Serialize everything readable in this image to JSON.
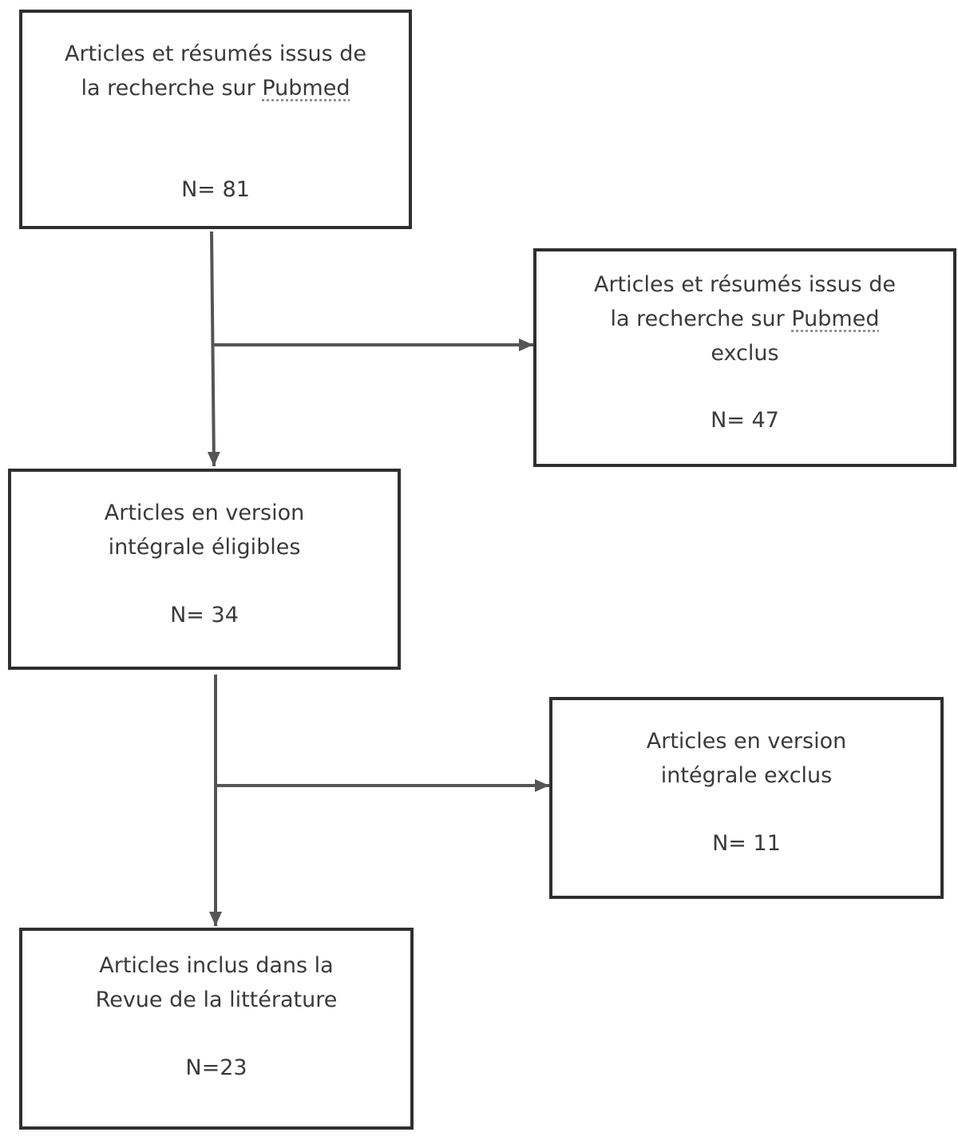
{
  "boxes": {
    "search": {
      "line1": "Articles et résumés issus de",
      "line2_prefix": "la recherche sur ",
      "line2_link": "Pubmed",
      "count": "N= 81"
    },
    "excluded_abstracts": {
      "line1": "Articles et résumés issus de",
      "line2_prefix": "la recherche sur ",
      "line2_link": "Pubmed",
      "line3": "exclus",
      "count": "N= 47"
    },
    "eligible": {
      "line1": "Articles en version",
      "line2": "intégrale éligibles",
      "count": "N= 34"
    },
    "excluded_fulltext": {
      "line1": "Articles en version",
      "line2": "intégrale exclus",
      "count": "N= 11"
    },
    "included": {
      "line1": "Articles inclus dans la",
      "line2": "Revue de la littérature",
      "count": "N=23"
    }
  },
  "colors": {
    "box_border": "#2f2f2f",
    "connector": "#555555",
    "text": "#3a3a3a"
  }
}
